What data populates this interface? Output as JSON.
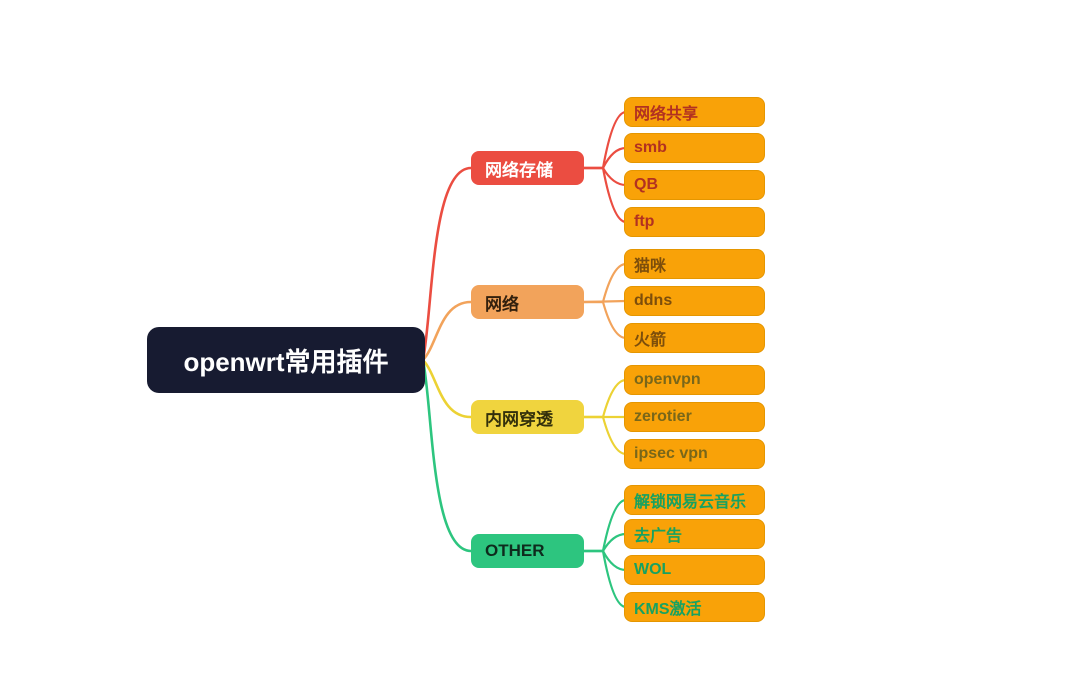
{
  "root": {
    "label": "openwrt常用插件",
    "bg_color": "#171b31",
    "text_color": "#ffffff"
  },
  "child_node_bg_color": "#f9a208",
  "branches": [
    {
      "label": "网络存储",
      "color": "#eb4d41",
      "label_color": "#ffffff",
      "child_label_color": "#b23121",
      "children": [
        "网络共享",
        "smb",
        "QB",
        "ftp"
      ]
    },
    {
      "label": "网络",
      "color": "#f2a35b",
      "label_color": "#33200d",
      "child_label_color": "#7d4e0b",
      "children": [
        "猫咪",
        "ddns",
        "火箭"
      ]
    },
    {
      "label": "内网穿透",
      "color": "#f0d43e",
      "label_color": "#33300b",
      "child_label_color": "#79671a",
      "children": [
        "openvpn",
        "zerotier",
        "ipsec vpn"
      ]
    },
    {
      "label": "OTHER",
      "color": "#2dc57f",
      "label_color": "#0e2b1d",
      "child_label_color": "#17a261",
      "children": [
        "解锁网易云音乐",
        "去广告",
        "WOL",
        "KMS激活"
      ]
    }
  ]
}
